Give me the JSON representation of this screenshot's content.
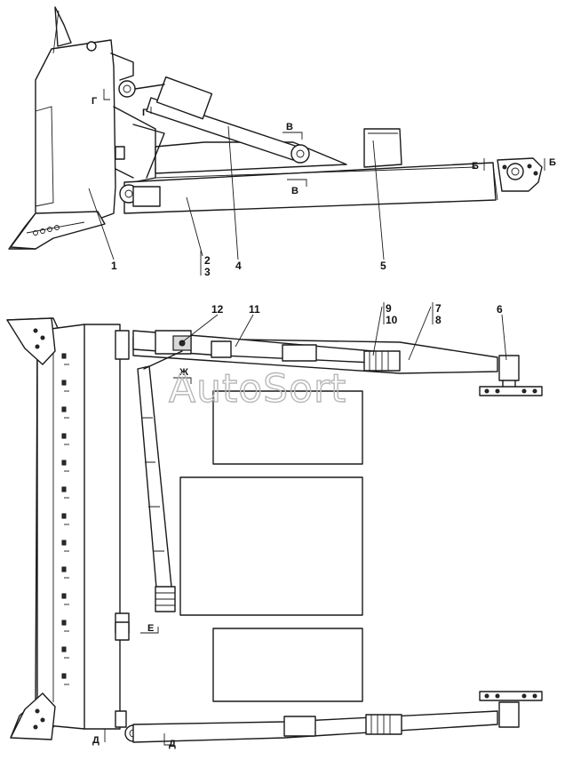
{
  "watermark": "AutoSort",
  "callouts": {
    "c1": "1",
    "c2": "2",
    "c3": "3",
    "c4": "4",
    "c5": "5",
    "c6": "6",
    "c7": "7",
    "c8": "8",
    "c9": "9",
    "c10": "10",
    "c11": "11",
    "c12": "12"
  },
  "section_marks": {
    "g_top": "Г",
    "g_mid": "Г",
    "v_top": "В",
    "v_bottom": "В",
    "b_left": "Б",
    "b_right": "Б",
    "zh": "Ж",
    "e": "Е",
    "d_left": "Д",
    "d_right": "Д"
  }
}
